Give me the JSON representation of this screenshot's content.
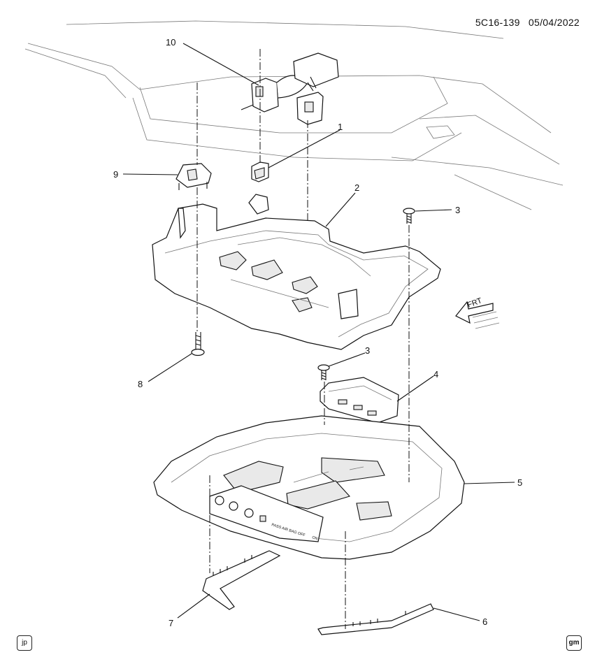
{
  "header": {
    "drawing_id": "5C16-139",
    "date": "05/04/2022"
  },
  "badges": {
    "left": "jp",
    "right": "gm"
  },
  "direction_label": "FRT",
  "control_text": {
    "airbag_label": "PASS AIR BAG OFF",
    "airbag_indicator": "ON"
  },
  "callouts": [
    "1",
    "2",
    "3",
    "3",
    "4",
    "5",
    "6",
    "7",
    "8",
    "9",
    "10"
  ]
}
